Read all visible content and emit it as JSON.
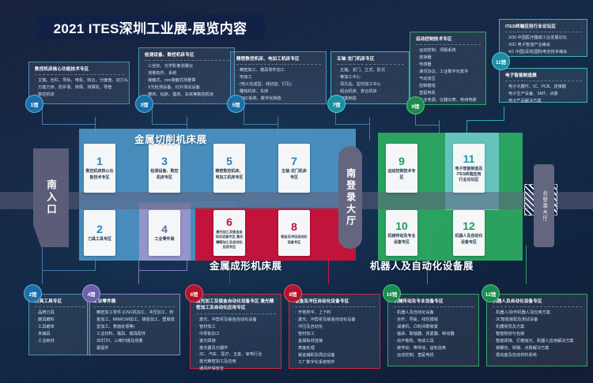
{
  "header": {
    "title": "2021 ITES深圳工业展-展览内容"
  },
  "entrances": {
    "south": "南入口",
    "south_lobby": "南登录大厅",
    "north_lobby": "北登录大厅"
  },
  "zone_titles": {
    "cutting": "金属切削机床展",
    "forming": "金属成形机床展",
    "robot": "机器人及自动化设备展"
  },
  "halls": [
    {
      "num": "1",
      "caption": "数控机床核心功能技术专区"
    },
    {
      "num": "2",
      "caption": "刀具工具专区"
    },
    {
      "num": "3",
      "caption": "检测设备、数控机床专区"
    },
    {
      "num": "4",
      "caption": "工业零件展"
    },
    {
      "num": "5",
      "caption": "精密数控机床、电加工机床专区"
    },
    {
      "num": "6",
      "caption": "激光加工及钣金自动化设备专区 激光精密加工及自动化应用专区"
    },
    {
      "num": "7",
      "caption": "五轴·龙门机床专区"
    },
    {
      "num": "8",
      "caption": "钣金及冲压自动化设备专区"
    },
    {
      "num": "9",
      "caption": "运动控制技术专区"
    },
    {
      "num": "10",
      "caption": "机械传动及专业设备专区"
    },
    {
      "num": "11",
      "caption": "电子智能制造及ITES终端应用行业论坛区"
    },
    {
      "num": "12",
      "caption": "机器人及自动化设备专区"
    }
  ],
  "cards": [
    {
      "pill": "1馆",
      "title": "数控机床核心功能技术专区",
      "items": [
        "主轴、丝杠、导轨、电机、转台、分度盘、动力头",
        "万能万床、防护罩、排屑、排屑机、导管",
        "数控机床"
      ]
    },
    {
      "pill": "3馆",
      "title": "检测设备、数控机床专区",
      "items": [
        "三坐标、光学影像测量仪",
        "测量软件、系统",
        "接触式、non接触式测量臂",
        "X光检测设备、红外测试设备",
        "磨床、钻床、镗床、车床等数控机床"
      ]
    },
    {
      "pill": "5馆",
      "title": "精密数控机床、电加工机床专区",
      "items": [
        "精密加工、模具零件加工",
        "电加工",
        "(电火花成型、线切割、打孔)",
        "雕铣机床、车床",
        "CNC系统、数字化制造"
      ]
    },
    {
      "pill": "7馆",
      "title": "五轴·龙门机床专区",
      "items": [
        "五轴、龙门、立式、卧式",
        "等加工中心",
        "深孔钻、型材加工中心",
        "组合机床、复合机床",
        "智能制造"
      ]
    },
    {
      "pill": "9馆",
      "title": "运动控制技术专区",
      "items": [
        "运动控制、伺服系统",
        "连接器",
        "传感器",
        "通讯协议、工业数字化软件",
        "气动液压",
        "控制模组",
        "直驱电机",
        "工业电源、仪器仪表、电线电缆"
      ]
    },
    {
      "pill": "11馆",
      "title": "ITES终端应用行业论坛区",
      "items": [
        "3/30 中国医疗器械工业发展论坛",
        "3/31 电子智造产业峰会",
        "4/1 中国(深圳)国际电池技术峰会"
      ]
    },
    {
      "pill": "",
      "title": "电子智能制造展",
      "items": [
        "电子元器件、IC、PCB、连接器",
        "电子生产设备、SMT、点胶",
        "电子产品解决方案"
      ]
    },
    {
      "pill": "2馆",
      "title": "刀具工具专区",
      "items": [
        "品牌刀具",
        "磨具磨料",
        "工具磨床",
        "夹辅具",
        "工业耗材"
      ]
    },
    {
      "pill": "4馆",
      "title": "工业零件展",
      "items": [
        "精密加工零件 (CNC机加工、冲压加工、粉",
        "金加工、MIM/CIM加工、铸造加工、塑胶成",
        "型加工、表面处理等)",
        "工业材料、模具、模具配件",
        "3D打印、三维扫描及测量",
        "紧固件"
      ]
    },
    {
      "pill": "6馆",
      "title": "激光加工及钣金自动化设备专区 激光精密加工及自动化应用专区",
      "items": [
        "激光、冲剪折及钣金自动化设备",
        "管材加工",
        "中厚板加工",
        "激光焊接",
        "激光器及元器件",
        "3C、汽车、医疗、五金、家电行业",
        "激光精密加工及应用",
        "通风环保安全"
      ]
    },
    {
      "pill": "8馆",
      "title": "钣金及冲压自动化设备专区",
      "items": [
        "开卷校平、上下料",
        "激光、冲剪折及钣金自动化设备",
        "冲压及自动化",
        "管材加工",
        "金属板材连接",
        "表面处理",
        "钣金辅助及周边设备",
        "工厂数字化系统软件"
      ]
    },
    {
      "pill": "10馆",
      "title": "机械传动及专业设备专区",
      "items": [
        "机器人及自动化设备",
        "丝杆、导轨、线性模组",
        "减速机、凸轮间歇装置",
        "轴承、联轴器、张紧器、制动器",
        "动平衡机、电动工具",
        "链传动、带传动、齿轮齿条",
        "运动控制、直驱电机"
      ]
    },
    {
      "pill": "12馆",
      "title": "机器人及自动化设备专区",
      "items": [
        "机器人/协作机器人及应用方案",
        "3C智能装配及测试设备",
        "机器视觉及方案",
        "智能物流与包装",
        "智能焊接、打磨抛光、机器人应用解决方案",
        "锁螺丝、焊锡、点胶解决方案",
        "振动盘及自动供料系统"
      ]
    }
  ],
  "colors": {
    "blue": "#4d95c6",
    "purple": "#9c96cc",
    "red": "#c2143a",
    "green": "#2cab62",
    "teal": "#6cc6c6",
    "corridor": "#60617e",
    "bg_dark": "#132845"
  }
}
